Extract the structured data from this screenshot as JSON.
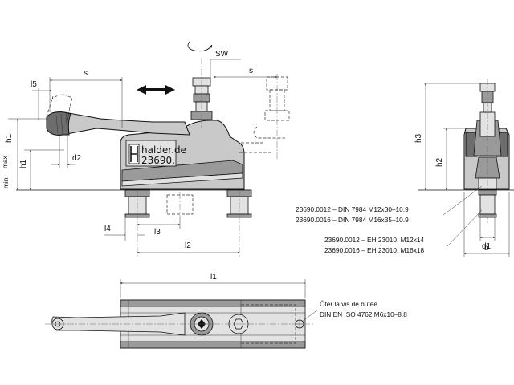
{
  "labels": {
    "s_left": "s",
    "s_right": "s",
    "sw": "SW",
    "l5": "l5",
    "h1": "h1",
    "max": "max",
    "min": "min",
    "d2": "d2",
    "l4": "l4",
    "l3": "l3",
    "l2": "l2",
    "l1": "l1",
    "h3": "h3",
    "h2": "h2",
    "d1": "d1",
    "b": "b"
  },
  "brand": {
    "name": "halder.de",
    "part": "23690."
  },
  "notes": {
    "din_line_1": "23690.0012 – DIN 7984 M12x30–10.9",
    "din_line_2": "23690.0016 – DIN 7984 M16x35–10.9",
    "eh_line_1": "23690.0012 – EH 23010. M12x14",
    "eh_line_2": "23690.0016 – EH 23010. M16x18",
    "stop_screw_1": "Ôter la vis de butée",
    "stop_screw_2": "DIN EN ISO 4762 M6x10–8.8"
  }
}
